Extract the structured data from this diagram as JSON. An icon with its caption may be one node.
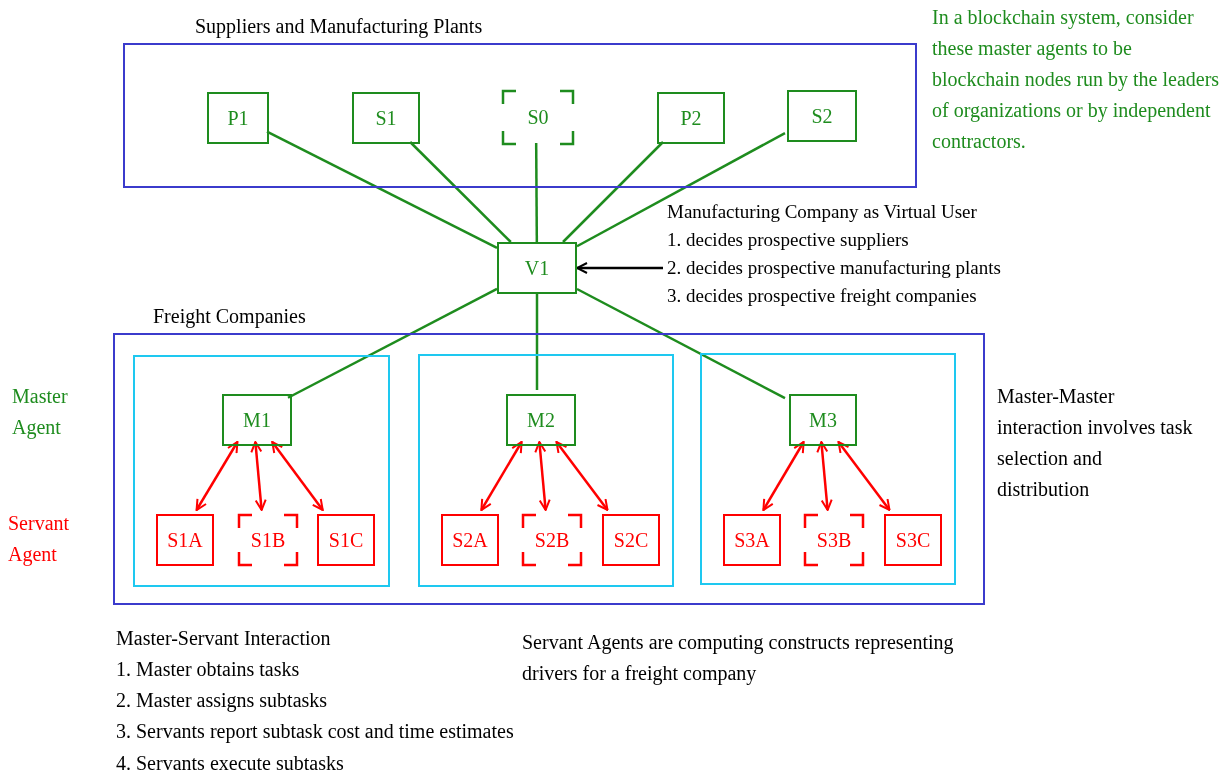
{
  "diagram": {
    "nodes": [
      {
        "text": [
          "Suppliers and Manufacturing Plants"
        ]
      },
      {
        "text": [
          "P1"
        ],
        "in": 0
      },
      {
        "text": [
          "S1"
        ],
        "in": 0
      },
      {
        "text": [
          "S0"
        ],
        "in": 0
      },
      {
        "text": [
          "P2"
        ],
        "in": 0
      },
      {
        "text": [
          "S2"
        ],
        "in": 0
      },
      {
        "text": [
          "V1"
        ]
      },
      {
        "text": [
          "Manufacturing Company as Virtual User",
          "1. decides prospective suppliers",
          "2. decides prospective manufacturing plants",
          "3. decides prospective freight companies"
        ]
      },
      {
        "text": [
          "Freight Companies"
        ]
      },
      {
        "text": [],
        "shape": "box",
        "in": 8
      },
      {
        "text": [
          "M1"
        ],
        "in": 9
      },
      {
        "text": [
          "S1A"
        ],
        "in": 9
      },
      {
        "text": [
          "S1B"
        ],
        "in": 9
      },
      {
        "text": [
          "S1C"
        ],
        "in": 9
      },
      {
        "text": [],
        "shape": "box",
        "in": 8
      },
      {
        "text": [
          "M2"
        ],
        "in": 14
      },
      {
        "text": [
          "S2A"
        ],
        "in": 14
      },
      {
        "text": [
          "S2B"
        ],
        "in": 14
      },
      {
        "text": [
          "S2C"
        ],
        "in": 14
      },
      {
        "text": [],
        "shape": "box",
        "in": 8
      },
      {
        "text": [
          "M3"
        ],
        "in": 19
      },
      {
        "text": [
          "S3A"
        ],
        "in": 19
      },
      {
        "text": [
          "S3B"
        ],
        "in": 19
      },
      {
        "text": [
          "S3C"
        ],
        "in": 19
      }
    ],
    "edges": [
      {
        "from": 6,
        "to": 1,
        "arrow": "none",
        "color": "#1e8c1e"
      },
      {
        "from": 6,
        "to": 2,
        "arrow": "none",
        "color": "#1e8c1e"
      },
      {
        "from": 6,
        "to": 3,
        "arrow": "none",
        "color": "#1e8c1e"
      },
      {
        "from": 6,
        "to": 4,
        "arrow": "none",
        "color": "#1e8c1e"
      },
      {
        "from": 6,
        "to": 5,
        "arrow": "none",
        "color": "#1e8c1e"
      },
      {
        "from": 7,
        "to": 6,
        "arrow": "to",
        "color": "#000000"
      },
      {
        "from": 6,
        "to": 10,
        "arrow": "none",
        "color": "#1e8c1e"
      },
      {
        "from": 6,
        "to": 15,
        "arrow": "none",
        "color": "#1e8c1e"
      },
      {
        "from": 6,
        "to": 20,
        "arrow": "none",
        "color": "#1e8c1e"
      },
      {
        "from": 10,
        "to": 11,
        "arrow": "both"
      },
      {
        "from": 10,
        "to": 12,
        "arrow": "both"
      },
      {
        "from": 10,
        "to": 13,
        "arrow": "both"
      },
      {
        "from": 15,
        "to": 16,
        "arrow": "both"
      },
      {
        "from": 15,
        "to": 17,
        "arrow": "both"
      },
      {
        "from": 15,
        "to": 18,
        "arrow": "both"
      },
      {
        "from": 20,
        "to": 21,
        "arrow": "both"
      },
      {
        "from": 20,
        "to": 22,
        "arrow": "both"
      },
      {
        "from": 20,
        "to": 23,
        "arrow": "both"
      }
    ],
    "labels": [
      "In a blockchain system, consider these master agents to be blockchain nodes run by the leaders of organizations or by independent contractors.",
      "Master Agent",
      "Servant Agent",
      "Master-Master interaction involves task selection and distribution",
      "Master-Servant Interaction",
      "1. Master obtains tasks",
      "2. Master assigns subtasks",
      "3. Servants report subtask cost and time estimates",
      "4. Servants execute subtasks",
      "Servant Agents are computing constructs representing drivers for a freight company"
    ]
  }
}
